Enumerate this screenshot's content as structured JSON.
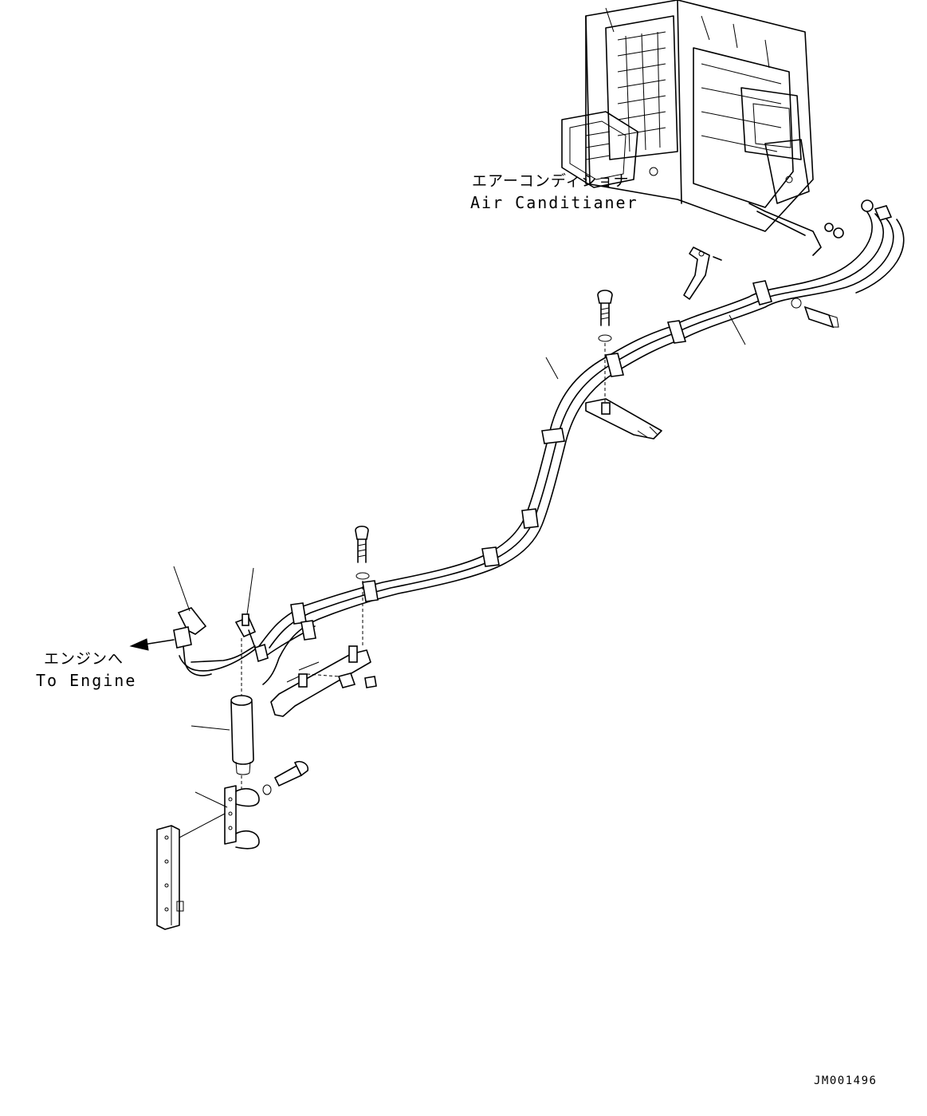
{
  "labels": {
    "air_conditioner_jp": "エアーコンディショナ",
    "air_conditioner_en": "Air Canditianer",
    "engine_jp": "エンジンへ",
    "engine_en": "To Engine"
  },
  "drawing_code": "JM001496",
  "colors": {
    "line": "#000000",
    "background": "#ffffff"
  }
}
